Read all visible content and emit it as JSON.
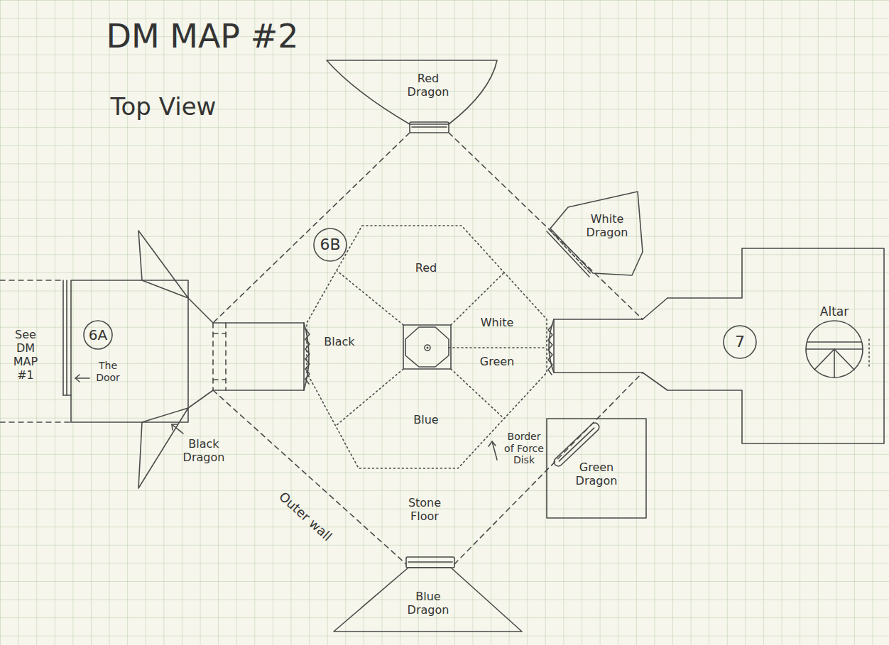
{
  "diagram": {
    "title": "DM MAP #2",
    "nodes": [
      {
        "text": [
          "Red Dragon"
        ]
      },
      {
        "text": [
          "White Dragon"
        ]
      },
      {
        "text": [
          "6A",
          "The Door"
        ]
      },
      {
        "text": [
          "6B",
          "Stone Floor"
        ]
      },
      {
        "text": [
          "Border of Force Disk"
        ],
        "in": 3
      },
      {
        "text": [
          "Red"
        ],
        "in": 4
      },
      {
        "text": [
          "Black"
        ],
        "in": 4
      },
      {
        "text": [
          "White"
        ],
        "in": 4
      },
      {
        "text": [
          "Green"
        ],
        "in": 4
      },
      {
        "text": [
          "Blue"
        ],
        "in": 4
      },
      {
        "text": [
          "7"
        ]
      },
      {
        "text": [
          "Altar"
        ],
        "in": 10
      },
      {
        "text": [
          "Black Dragon"
        ]
      },
      {
        "text": [
          "Green Dragon"
        ]
      },
      {
        "text": [
          "Blue Dragon"
        ]
      }
    ],
    "labels": [
      "Top View",
      "See DM MAP #1",
      "Outer wall"
    ]
  }
}
